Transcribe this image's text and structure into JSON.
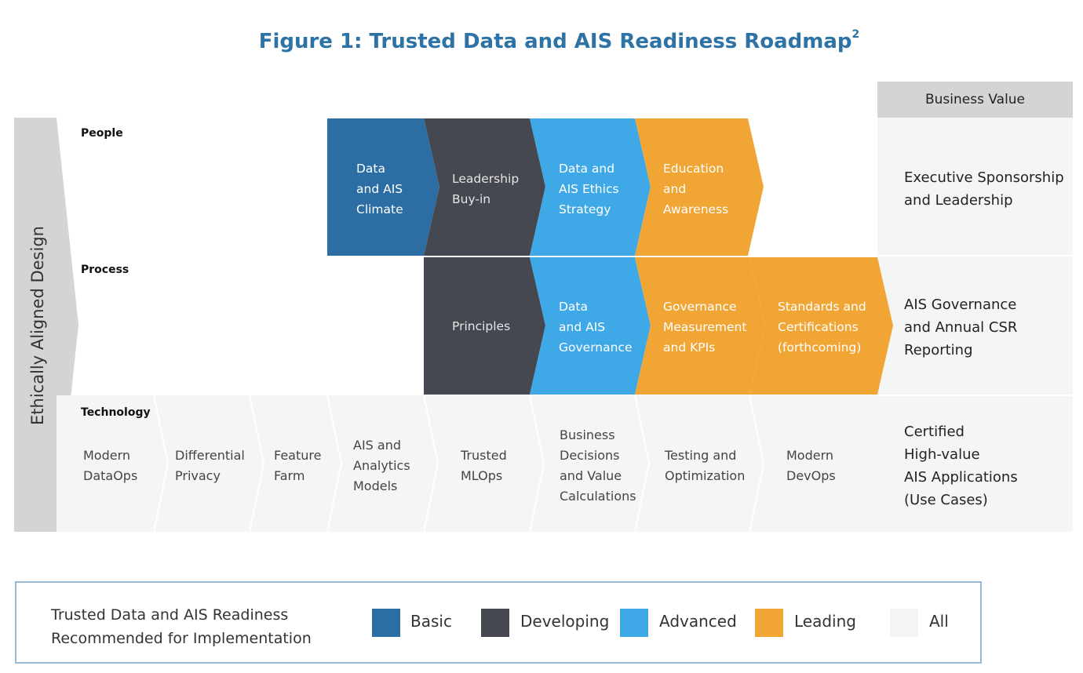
{
  "title": "Figure 1: Trusted Data and AIS Readiness Roadmap",
  "title_superscript": "2",
  "side_label": "Ethically Aligned Design",
  "business_value_header": "Business Value",
  "rows": {
    "people": "People",
    "process": "Process",
    "technology": "Technology"
  },
  "colors": {
    "basic": "#2c6ea4",
    "developing": "#454850",
    "advanced": "#3fa8e6",
    "leading": "#f0a535",
    "all": "#f4f6f5",
    "side_band": "#d3d4d5"
  },
  "people_steps": [
    {
      "text": "Data\nand AIS\nClimate",
      "level": "basic"
    },
    {
      "text": "Leadership\nBuy-in",
      "level": "developing"
    },
    {
      "text": "Data and\nAIS Ethics\nStrategy",
      "level": "advanced"
    },
    {
      "text": "Education\nand\nAwareness",
      "level": "leading"
    }
  ],
  "process_steps": [
    {
      "text": "Principles",
      "level": "developing"
    },
    {
      "text": "Data\nand AIS\nGovernance",
      "level": "advanced"
    },
    {
      "text": "Governance\nMeasurement\nand KPIs",
      "level": "leading"
    },
    {
      "text": "Standards and\nCertifications\n(forthcoming)",
      "level": "leading"
    }
  ],
  "technology_steps": [
    "Modern\nDataOps",
    "Differential\nPrivacy",
    "Feature\nFarm",
    "AIS and\nAnalytics\nModels",
    "Trusted\nMLOps",
    "Business\nDecisions\nand Value\nCalculations",
    "Testing and\nOptimization",
    "Modern\nDevOps"
  ],
  "business_values": [
    "Executive Sponsorship\nand Leadership",
    "AIS Governance\nand Annual CSR\nReporting",
    "Certified\nHigh-value\nAIS Applications\n(Use Cases)"
  ],
  "legend": {
    "caption": "Trusted Data and AIS Readiness\nRecommended for Implementation",
    "items": [
      {
        "label": "Basic",
        "level": "basic"
      },
      {
        "label": "Developing",
        "level": "developing"
      },
      {
        "label": "Advanced",
        "level": "advanced"
      },
      {
        "label": "Leading",
        "level": "leading"
      },
      {
        "label": "All",
        "level": "all"
      }
    ]
  }
}
